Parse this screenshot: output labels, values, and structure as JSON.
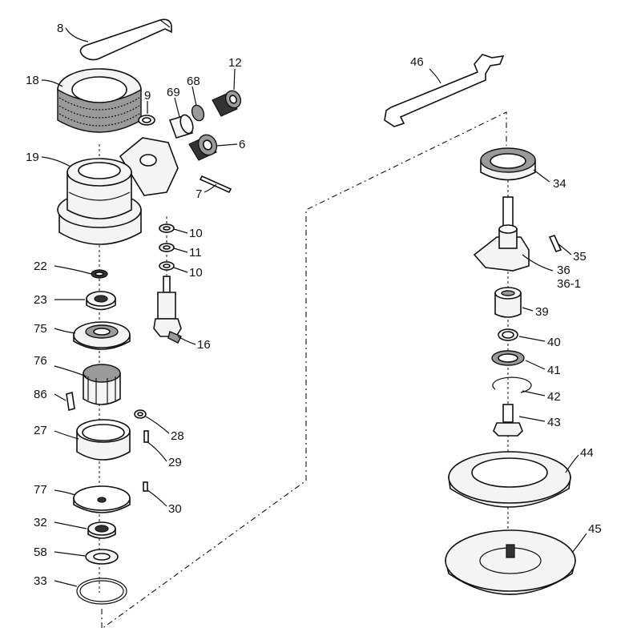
{
  "labels": {
    "p8": "8",
    "p18": "18",
    "p9": "9",
    "p69": "69",
    "p68": "68",
    "p12": "12",
    "p6": "6",
    "p19": "19",
    "p7": "7",
    "p10a": "10",
    "p11": "11",
    "p10b": "10",
    "p22": "22",
    "p23": "23",
    "p75": "75",
    "p16": "16",
    "p76": "76",
    "p86": "86",
    "p28": "28",
    "p27": "27",
    "p29": "29",
    "p77": "77",
    "p30": "30",
    "p32": "32",
    "p58": "58",
    "p33": "33",
    "p46": "46",
    "p34": "34",
    "p35": "35",
    "p36": "36",
    "p361": "36-1",
    "p39": "39",
    "p40": "40",
    "p41": "41",
    "p42": "42",
    "p43": "43",
    "p44": "44",
    "p45": "45"
  }
}
